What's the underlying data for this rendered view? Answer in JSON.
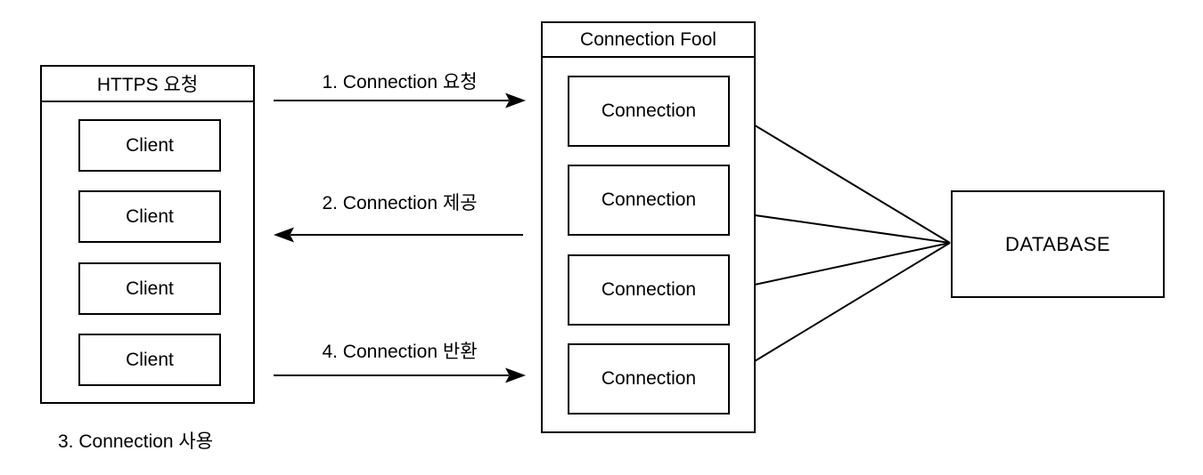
{
  "diagram": {
    "left_group": {
      "title": "HTTPS 요청",
      "clients": [
        "Client",
        "Client",
        "Client",
        "Client"
      ]
    },
    "pool_group": {
      "title": "Connection Fool",
      "connections": [
        "Connection",
        "Connection",
        "Connection",
        "Connection"
      ]
    },
    "database_label": "DATABASE",
    "flow_labels": {
      "request": "1. Connection 요청",
      "provide": "2. Connection 제공",
      "use": "3. Connection 사용",
      "return": "4. Connection 반환"
    },
    "colors": {
      "stroke": "#000000",
      "background": "#ffffff",
      "text": "#000000"
    }
  }
}
